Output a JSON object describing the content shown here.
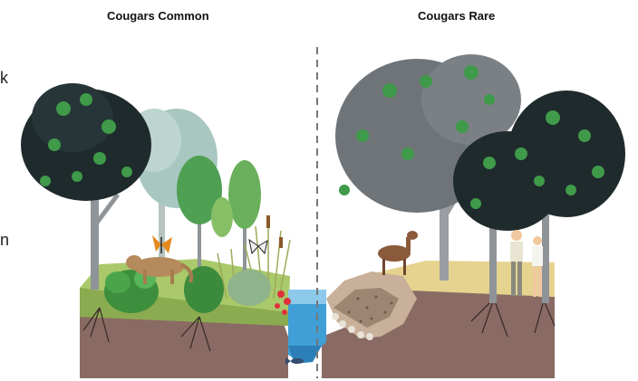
{
  "labels": {
    "left_title": "Cougars Common",
    "right_title": "Cougars Rare",
    "edge_k": "k",
    "edge_n": "n"
  },
  "colors": {
    "soil": "#8a6b63",
    "grass_left": "#a9c96a",
    "ground_right": "#e6d38f",
    "water": "#3f9fd6",
    "dark_foliage": "#1f2a2c",
    "green_foliage": "#3f9a4a",
    "gray_trunk": "#8f9498",
    "divider": "#777777"
  },
  "scene": {
    "left": [
      "tree-dark",
      "tree-pale",
      "sapling",
      "cougar",
      "butterfly",
      "shrub",
      "reeds",
      "red-flowers"
    ],
    "center": [
      "stream",
      "fish",
      "divider-line"
    ],
    "right": [
      "tree-gray",
      "tree-green",
      "deer",
      "eroded-bank",
      "hikers"
    ]
  }
}
